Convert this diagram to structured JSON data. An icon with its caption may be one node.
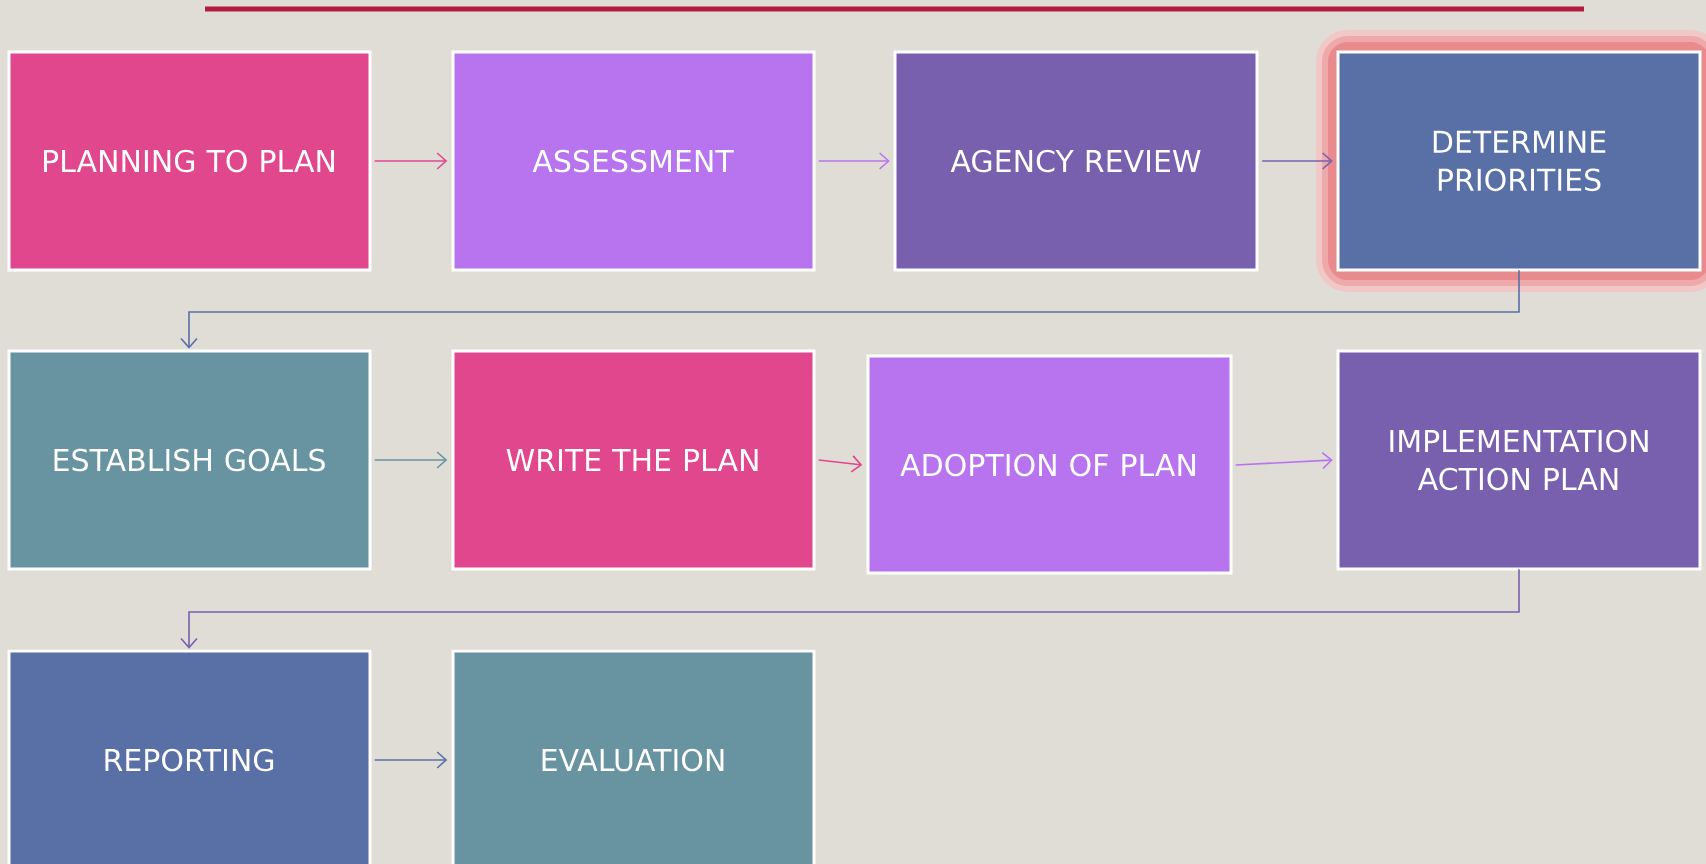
{
  "diagram": {
    "nodes": [
      {
        "text": [
          "PLANNING TO PLAN"
        ]
      },
      {
        "text": [
          "ASSESSMENT"
        ]
      },
      {
        "text": [
          "AGENCY REVIEW"
        ]
      },
      {
        "text": [
          "DETERMINE PRIORITIES"
        ]
      },
      {
        "text": [
          "ESTABLISH GOALS"
        ]
      },
      {
        "text": [
          "WRITE THE PLAN"
        ]
      },
      {
        "text": [
          "ADOPTION OF PLAN"
        ]
      },
      {
        "text": [
          "IMPLEMENTATION ACTION PLAN"
        ]
      },
      {
        "text": [
          "REPORTING"
        ]
      },
      {
        "text": [
          "EVALUATION"
        ]
      }
    ],
    "edges": [
      {
        "from": 0,
        "to": 1,
        "arrow": "to",
        "color": "#e0478c"
      },
      {
        "from": 1,
        "to": 2,
        "arrow": "to",
        "color": "#b873ef"
      },
      {
        "from": 2,
        "to": 3,
        "arrow": "to",
        "color": "#7860ae"
      },
      {
        "from": 3,
        "to": 4,
        "arrow": "to",
        "color": "#5870a6"
      },
      {
        "from": 4,
        "to": 5,
        "arrow": "to",
        "color": "#6893a0"
      },
      {
        "from": 5,
        "to": 6,
        "arrow": "to",
        "color": "#e0478c"
      },
      {
        "from": 6,
        "to": 7,
        "arrow": "to",
        "color": "#b873ef"
      },
      {
        "from": 7,
        "to": 8,
        "arrow": "to",
        "color": "#7860ae"
      },
      {
        "from": 8,
        "to": 9,
        "arrow": "to",
        "color": "#5870a6"
      }
    ]
  }
}
